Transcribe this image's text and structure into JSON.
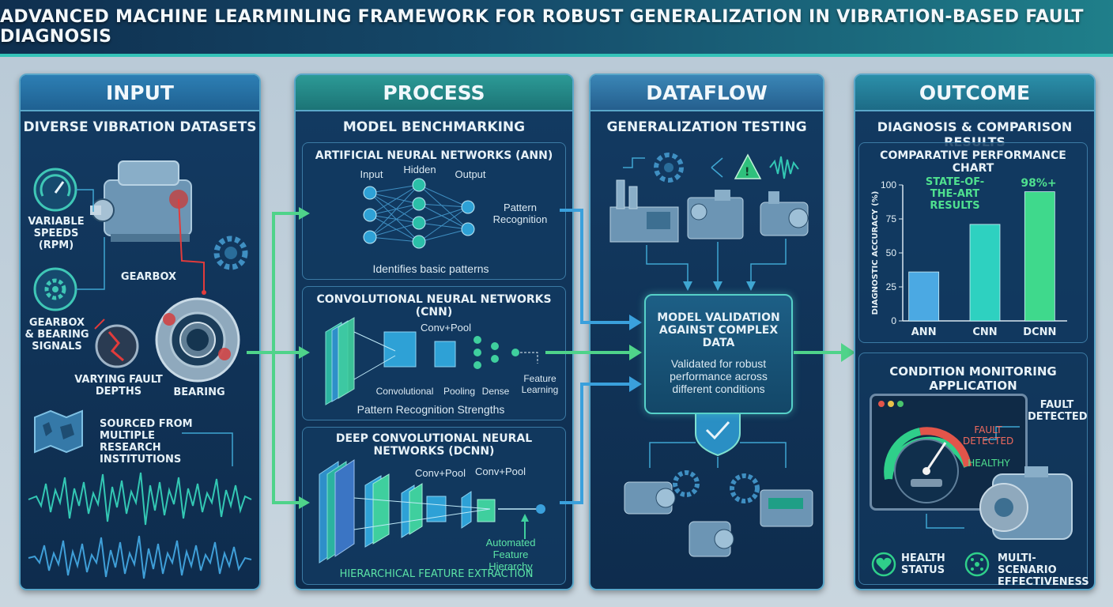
{
  "title": "ADVANCED MACHINE LEARMINLING FRAMEWORK FOR ROBUST GENERALIZATION IN VIBRATION-BASED FAULT DIAGNOSIS",
  "colors": {
    "accent": "#35c3b8",
    "panel": "#133b63",
    "arrow_green": "#4fd38a",
    "arrow_blue": "#3aa0dc",
    "fault_red": "#e23b3b"
  },
  "input": {
    "header": "INPUT",
    "subheader": "DIVERSE VIBRATION DATASETS",
    "speeds_label": "VARIABLE SPEEDS (RPM)",
    "gearbox_label": "GEARBOX",
    "signals_label": "GEARBOX & BEARING SIGNALS",
    "fault_label": "VARYING FAULT DEPTHS",
    "bearing_label": "BEARING",
    "sourced_label": "SOURCED FROM MULTIPLE RESEARCH INSTITUTIONS"
  },
  "process": {
    "header": "PROCESS",
    "subheader": "MODEL BENCHMARKING",
    "ann": {
      "title": "ARTIFICIAL NEURAL NETWORKS (ANN)",
      "input": "Input",
      "hidden": "Hidden",
      "output": "Output",
      "pattern": "Pattern Recognition",
      "caption": "Identifies basic patterns"
    },
    "cnn": {
      "title": "CONVOLUTIONAL NEURAL NETWORKS (CNN)",
      "convpool": "Conv+Pool",
      "convolutional": "Convolutional",
      "pooling": "Pooling",
      "dense": "Dense",
      "feature": "Feature Learning",
      "caption": "Pattern Recognition Strengths"
    },
    "dcnn": {
      "title": "DEEP CONVOLUTIONAL NEURAL NETWORKS (DCNN)",
      "convpool1": "Conv+Pool",
      "convpool2": "Conv+Pool",
      "automated": "Automated Feature Hierarchy",
      "caption": "HIERARCHICAL FEATURE EXTRACTION"
    }
  },
  "dataflow": {
    "header": "DATAFLOW",
    "subheader": "GENERALIZATION TESTING",
    "validation_title": "MODEL VALIDATION AGAINST COMPLEX DATA",
    "validation_text": "Validated for robust performance across different conditions"
  },
  "outcome": {
    "header": "OUTCOME",
    "subheader": "DIAGNOSIS & COMPARISON RESULTS",
    "chart_title": "COMPARATIVE PERFORMANCE CHART",
    "annotation_sota": "STATE-OF-THE-ART RESULTS",
    "annotation_pct": "98%+",
    "monitoring_title": "CONDITION MONITORING APPLICATION",
    "fault_detected": "FAULT DETECTED",
    "gauge_fault": "FAULT DETECTED",
    "gauge_healthy": "HEALTHY",
    "health_status": "HEALTH STATUS",
    "multi_scenario": "MULTI-SCENARIO EFFECTIVENESS"
  },
  "chart_data": {
    "type": "bar",
    "title": "COMPARATIVE PERFORMANCE CHART",
    "categories": [
      "ANN",
      "CNN",
      "DCNN"
    ],
    "values": [
      36,
      71,
      95
    ],
    "ylabel": "DIAGNOSTIC ACCURACY (%)",
    "xlabel": "",
    "ylim": [
      0,
      100
    ],
    "yticks": [
      "0",
      "25",
      "50",
      "75",
      "100"
    ],
    "grid": false,
    "colors": [
      "#4ba9e3",
      "#2ed1c0",
      "#3fd98c"
    ]
  }
}
